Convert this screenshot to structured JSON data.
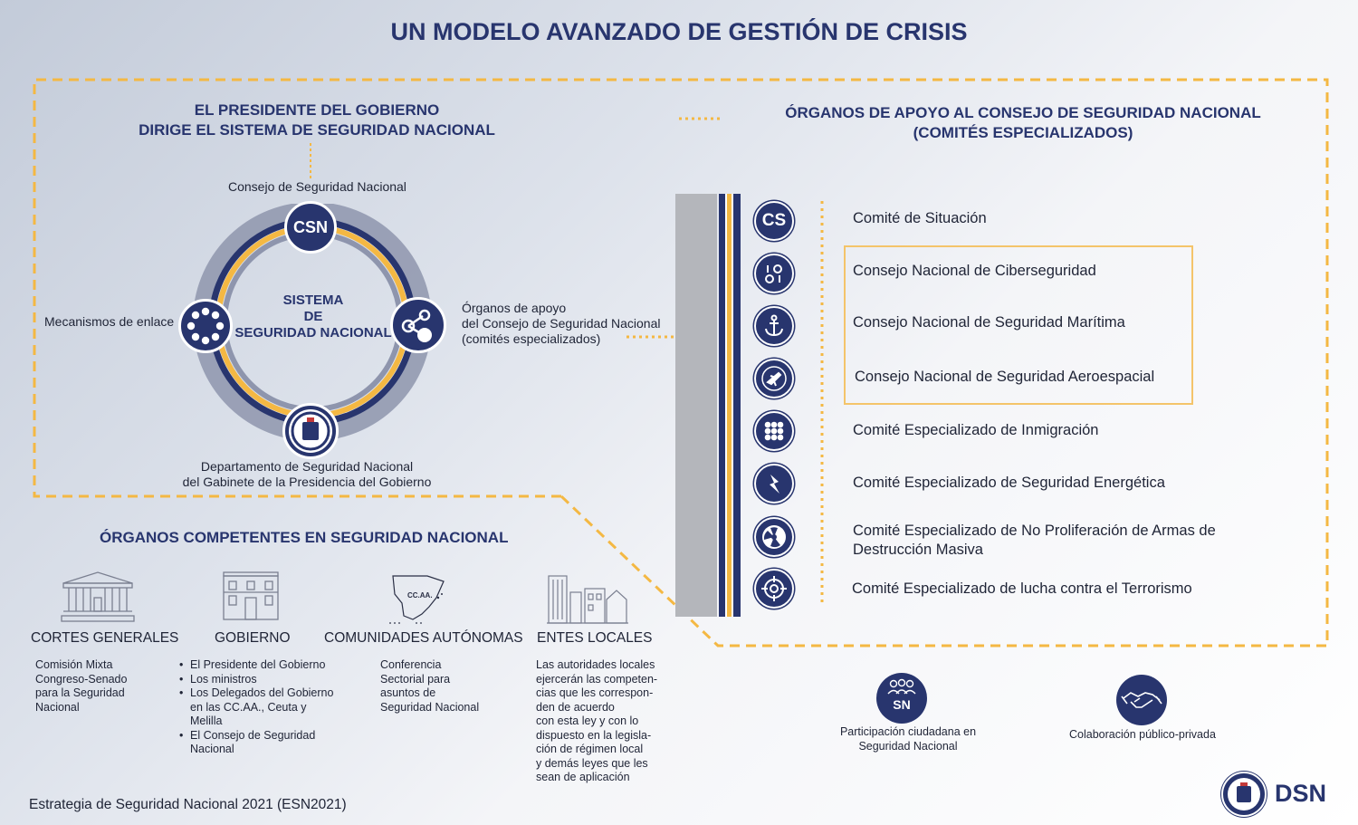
{
  "title": "UN MODELO AVANZADO DE GESTIÓN DE CRISIS",
  "president": {
    "line1": "EL PRESIDENTE DEL GOBIERNO",
    "line2": "DIRIGE EL SISTEMA DE SEGURIDAD NACIONAL"
  },
  "ring": {
    "top_label": "Consejo de Seguridad Nacional",
    "csn": "CSN",
    "center1": "SISTEMA",
    "center2": "DE",
    "center3": "SEGURIDAD NACIONAL",
    "left_label": "Mecanismos de enlace",
    "right1": "Órganos de apoyo",
    "right2": "del Consejo de Seguridad Nacional",
    "right3": "(comités especializados)",
    "bottom1": "Departamento de Seguridad Nacional",
    "bottom2": "del Gabinete de la Presidencia del Gobierno"
  },
  "support": {
    "title1": "ÓRGANOS DE APOYO AL CONSEJO DE SEGURIDAD NACIONAL",
    "title2": "(COMITÉS ESPECIALIZADOS)",
    "committees": [
      {
        "icon": "cs-icon",
        "text": "CS",
        "label": "Comité de Situación"
      },
      {
        "icon": "binary-icon",
        "label": "Consejo Nacional de Ciberseguridad"
      },
      {
        "icon": "anchor-icon",
        "label": "Consejo Nacional de Seguridad Marítima"
      },
      {
        "icon": "plane-icon",
        "label": "Consejo Nacional de Seguridad Aeroespacial"
      },
      {
        "icon": "people-dots-icon",
        "label": "Comité Especializado de Inmigración"
      },
      {
        "icon": "lightning-icon",
        "label": "Comité Especializado de Seguridad Energética"
      },
      {
        "icon": "radiation-icon",
        "label": "Comité Especializado de No Proliferación de Armas de",
        "label2": "Destrucción Masiva"
      },
      {
        "icon": "target-icon",
        "label": "Comité Especializado de lucha contra el Terrorismo"
      }
    ]
  },
  "competent": {
    "title": "ÓRGANOS COMPETENTES EN SEGURIDAD NACIONAL",
    "cortes": {
      "name": "CORTES GENERALES",
      "desc": [
        "Comisión Mixta",
        "Congreso-Senado",
        "para la Seguridad",
        "Nacional"
      ]
    },
    "gobierno": {
      "name": "GOBIERNO",
      "items": [
        "El Presidente del Gobierno",
        "Los ministros",
        "Los Delegados del Gobierno en las CC.AA., Ceuta y Melilla",
        "El Consejo de Seguridad Nacional"
      ]
    },
    "ccaa": {
      "name": "COMUNIDADES AUTÓNOMAS",
      "map_label": "CC.AA.",
      "desc": [
        "Conferencia",
        "Sectorial para",
        "asuntos de",
        "Seguridad Nacional"
      ]
    },
    "locales": {
      "name": "ENTES LOCALES",
      "desc": [
        "Las autoridades locales",
        "ejercerán las competen-",
        "cias que les correspon-",
        "den de acuerdo",
        "con esta ley y con lo",
        "dispuesto en la legisla-",
        "ción de régimen local",
        "y demás leyes que les",
        "sean de aplicación"
      ]
    }
  },
  "participation": {
    "badge": "SN",
    "line1": "Participación ciudadana en",
    "line2": "Seguridad Nacional"
  },
  "collaboration": {
    "label": "Colaboración público-privada"
  },
  "footer": {
    "text": "Estrategia de Seguridad Nacional 2021 (ESN2021)",
    "logo": "DSN"
  },
  "colors": {
    "navy": "#28356e",
    "gold": "#f4b843",
    "gray": "#8e95ad"
  }
}
